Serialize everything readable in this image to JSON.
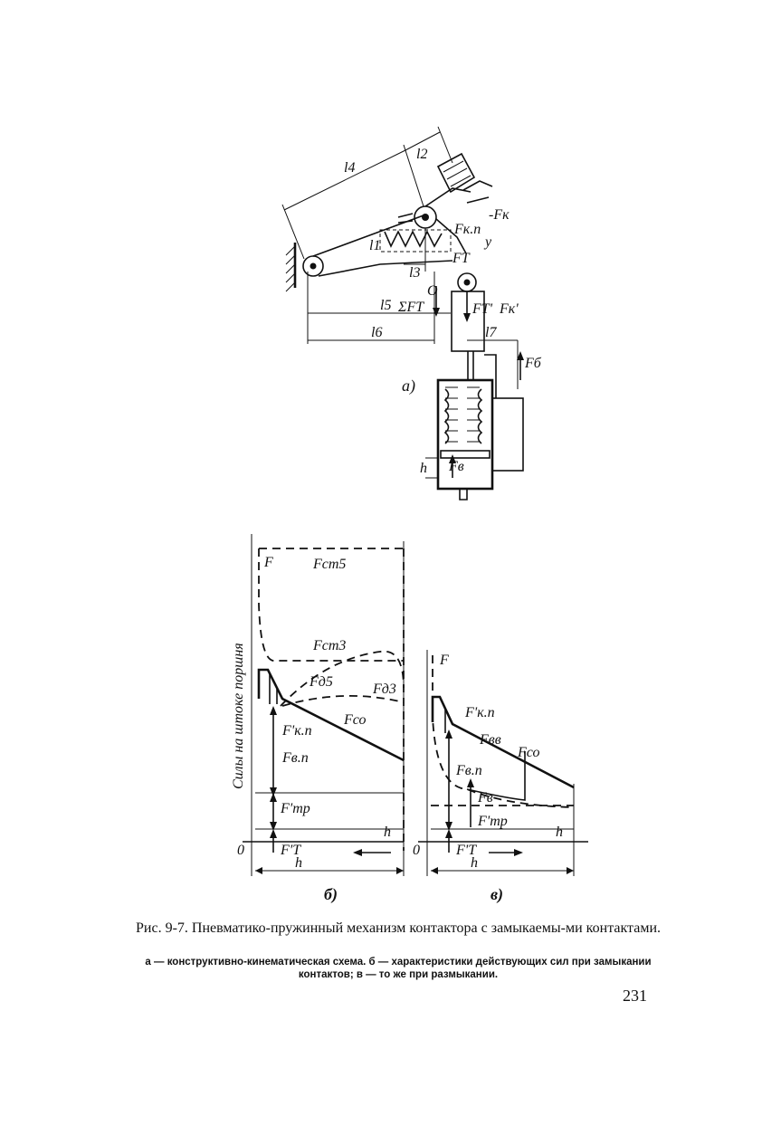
{
  "figure": {
    "panel_a": {
      "panel_label": "а)",
      "labels": {
        "l1": "l1",
        "l2": "l2",
        "l3": "l3",
        "l4": "l4",
        "l5": "l5",
        "l6": "l6",
        "l7": "l7",
        "fk": "-Fк",
        "fkp": "Fк.п",
        "y": "у",
        "ft": "FТ",
        "o": "О",
        "sum_ft": "ΣFТ",
        "ft_prime": "FТ'",
        "fk_prime": "Fк'",
        "fb": "Fб",
        "fv": "Fв",
        "h": "h"
      }
    },
    "panel_b": {
      "panel_label": "б)",
      "y_axis_label": "Силы на штоке поршня",
      "labels": {
        "f": "F",
        "fst5": "Fст5",
        "fst3": "Fст3",
        "fd5": "Fд5",
        "fd3": "Fд3",
        "fkp": "F'к.п",
        "fco": "Fсо",
        "fvp": "Fв.п",
        "ftr": "F'тр",
        "h_ref": "h",
        "origin": "0",
        "ft": "F'Т",
        "h_axis": "h"
      }
    },
    "panel_c": {
      "panel_label": "в)",
      "labels": {
        "f": "F",
        "fkp": "F'к.п",
        "fvv": "Fвв",
        "fco": "Fсо",
        "fvp": "Fв.п",
        "fv": "Fв",
        "ftr": "F'тр",
        "h_ref": "h",
        "origin": "0",
        "ft": "F'Т",
        "h_axis": "h"
      }
    }
  },
  "caption": {
    "title": "Рис. 9-7. Пневматико-пружинный механизм контактора с замыкаемы-ми контактами.",
    "note": "а — конструктивно-кинематическая схема. б — характеристики действующих сил при замыкании контактов; в — то же при размыкании."
  },
  "page_number": "231"
}
